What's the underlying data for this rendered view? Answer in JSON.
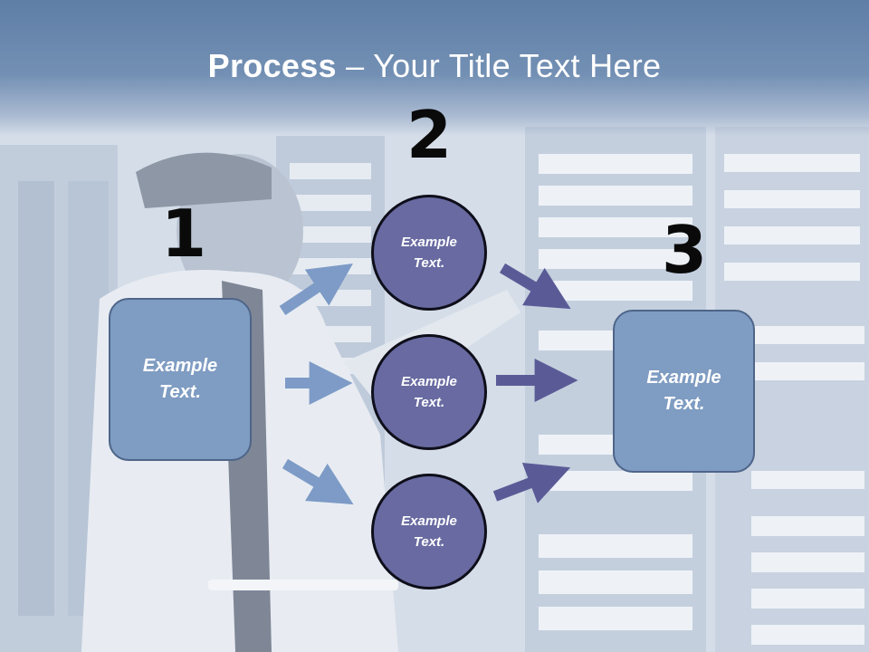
{
  "slide": {
    "title_bold": "Process",
    "title_rest": " – Your Title Text Here",
    "steps": [
      {
        "number": "1",
        "text_line1": "Example",
        "text_line2": "Text."
      },
      {
        "number": "2"
      },
      {
        "number": "3",
        "text_line1": "Example",
        "text_line2": "Text."
      }
    ],
    "circles": [
      {
        "text_line1": "Example",
        "text_line2": "Text."
      },
      {
        "text_line1": "Example",
        "text_line2": "Text."
      },
      {
        "text_line1": "Example",
        "text_line2": "Text."
      }
    ]
  },
  "colors": {
    "title_bar": "#6b89b0",
    "box_fill": "#7f9cc2",
    "circle_fill": "#686aa1",
    "arrow_left": "#7d9bc6",
    "arrow_right": "#5a5b96"
  }
}
